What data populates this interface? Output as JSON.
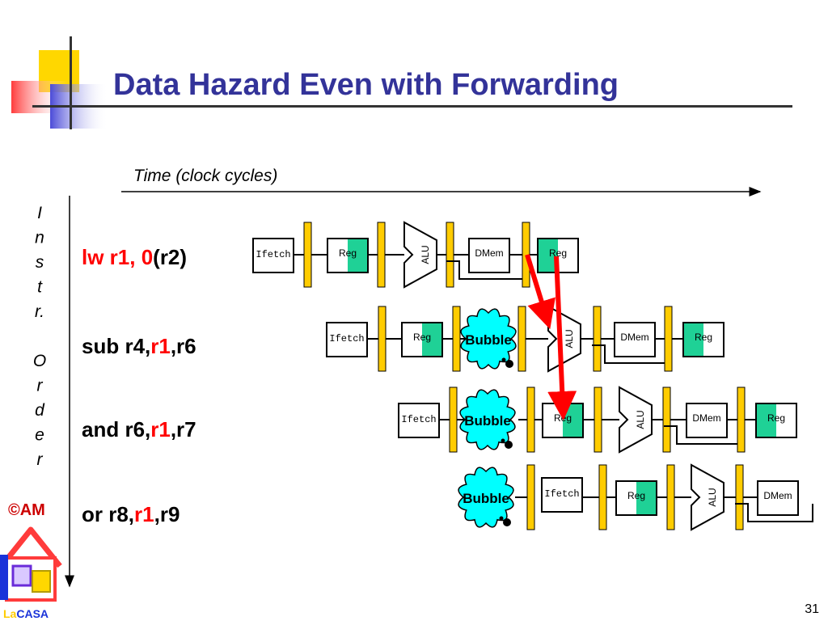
{
  "slide": {
    "title": "Data Hazard Even with Forwarding",
    "time_label": "Time (clock cycles)",
    "order_label": [
      "I",
      "n",
      "s",
      "t",
      "r.",
      "",
      "O",
      "r",
      "d",
      "e",
      "r"
    ],
    "copyright": "©AM",
    "page_number": "31"
  },
  "logo": {
    "brand_prefix": "La",
    "brand_suffix": "CASA"
  },
  "instructions": [
    {
      "name": "lw",
      "parts": [
        {
          "text": "lw r1, 0",
          "color": "#ff0000"
        },
        {
          "text": "(r2)",
          "color": "#000000"
        }
      ]
    },
    {
      "name": "sub",
      "parts": [
        {
          "text": "sub r4,",
          "color": "#000000"
        },
        {
          "text": "r1",
          "color": "#ff0000"
        },
        {
          "text": ",r6",
          "color": "#000000"
        }
      ]
    },
    {
      "name": "and",
      "parts": [
        {
          "text": "and r6,",
          "color": "#000000"
        },
        {
          "text": "r1",
          "color": "#ff0000"
        },
        {
          "text": ",r7",
          "color": "#000000"
        }
      ]
    },
    {
      "name": "or",
      "parts": [
        {
          "text": "or   r8,",
          "color": "#000000"
        },
        {
          "text": "r1",
          "color": "#ff0000"
        },
        {
          "text": ",r9",
          "color": "#000000"
        }
      ]
    }
  ],
  "stage_labels": {
    "ifetch": "Ifetch",
    "reg": "Reg",
    "alu": "ALU",
    "dmem": "DMem",
    "bubble": "Bubble"
  },
  "colors": {
    "title": "#333399",
    "latch": "#ffcc00",
    "reg_fill": "#1fd196",
    "bubble": "#00ffff",
    "forward_arrow": "#ff0000",
    "accent_red": "#ff0000"
  }
}
